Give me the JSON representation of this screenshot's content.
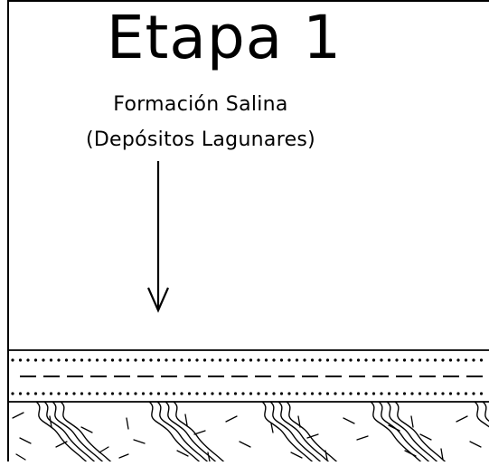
{
  "diagram": {
    "title": "Etapa 1",
    "label_line1": "Formación Salina",
    "label_line2": "(Depósitos Lagunares)",
    "colors": {
      "ink": "#000000",
      "background": "#ffffff"
    },
    "layers": [
      {
        "name": "dotted-dashed-layer",
        "pattern": "dots-and-dashes"
      },
      {
        "name": "basement",
        "pattern": "wavy-lines-and-dashes"
      }
    ]
  }
}
